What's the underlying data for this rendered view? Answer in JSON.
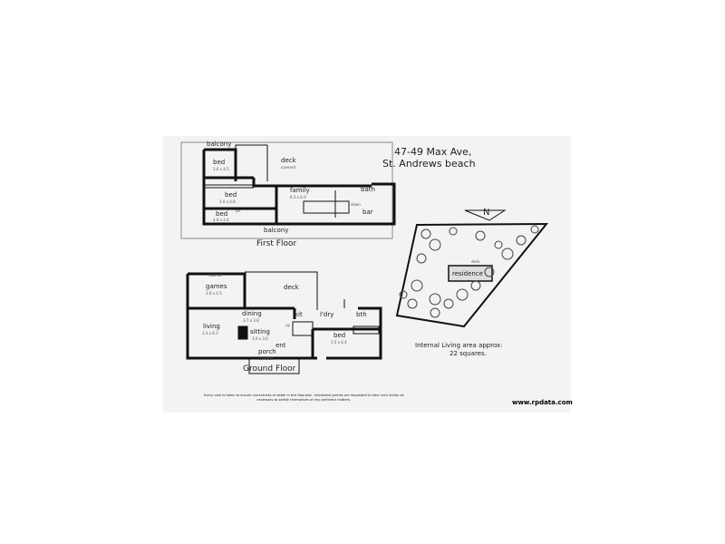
{
  "title": {
    "line1": "47-49 Max Ave,",
    "line2": "St. Andrews beach"
  },
  "first_floor": {
    "caption": "First Floor",
    "rooms": [
      {
        "name": "balcony",
        "dims": ""
      },
      {
        "name": "bed",
        "dims": "3.6 x 4.5"
      },
      {
        "name": "deck",
        "dims": "covered"
      },
      {
        "name": "bed",
        "dims": "3.0 x 4.8"
      },
      {
        "name": "bed",
        "dims": "4.9 x 2.4"
      },
      {
        "name": "family",
        "dims": "6.3 x 6.0"
      },
      {
        "name": "bath",
        "dims": ""
      },
      {
        "name": "bar",
        "dims": ""
      },
      {
        "name": "balcony",
        "dims": ""
      }
    ],
    "notes": {
      "stairs": "down",
      "robe": "bir"
    }
  },
  "ground_floor": {
    "caption": "Ground Floor",
    "rooms": [
      {
        "name": "games",
        "dims": "3.6 x 4.5"
      },
      {
        "name": "deck",
        "dims": ""
      },
      {
        "name": "dining",
        "dims": "3.7 x 3.8"
      },
      {
        "name": "kit",
        "dims": ""
      },
      {
        "name": "l'dry",
        "dims": ""
      },
      {
        "name": "bth",
        "dims": ""
      },
      {
        "name": "living",
        "dims": "3.3 x 6.3"
      },
      {
        "name": "sitting",
        "dims": "3.0 x 3.0"
      },
      {
        "name": "ent",
        "dims": ""
      },
      {
        "name": "porch",
        "dims": "covered"
      },
      {
        "name": "bed",
        "dims": "3.5 x 6.4"
      }
    ],
    "notes": {
      "cabinet": "cabinet",
      "stairs": "up"
    }
  },
  "site_plan": {
    "north_label": "N",
    "residence_label": "residence",
    "deck_label": "deck"
  },
  "area_note": {
    "line1": "Internal Living area approx:",
    "line2": "22 squares."
  },
  "disclaimer": {
    "line1": "Every care is taken to ensure correctness of detail in this floorplan. Interested parties are requested to take such action as",
    "line2": "necessary to satisfy themselves of any pertinent matters."
  },
  "watermark": "www.rpdata.com"
}
